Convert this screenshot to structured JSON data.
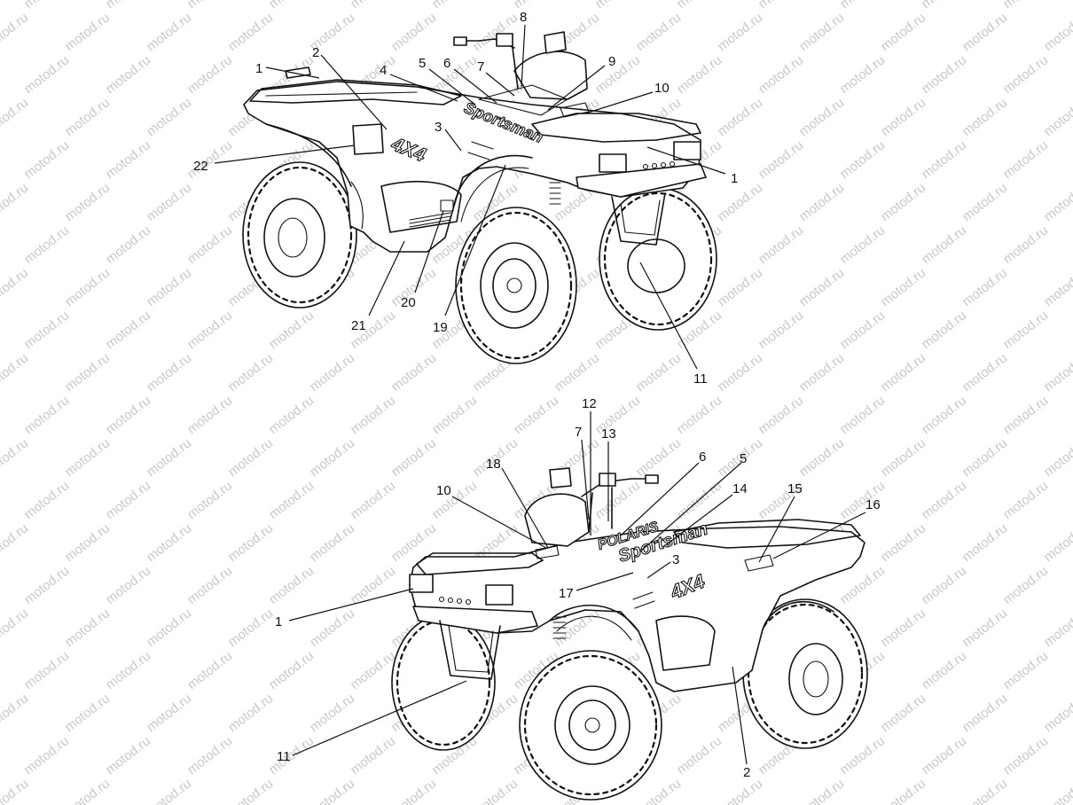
{
  "watermark": {
    "text": "motod.ru",
    "color": "#c9c9c9"
  },
  "top_atv": {
    "decals": {
      "model": "Sportsman",
      "drive": "4X4"
    },
    "callouts": [
      "1",
      "2",
      "4",
      "5",
      "6",
      "7",
      "8",
      "9",
      "10",
      "3",
      "22",
      "1",
      "21",
      "20",
      "19",
      "11"
    ]
  },
  "bottom_atv": {
    "decals": {
      "model": "Sportsman",
      "drive": "4X4"
    },
    "callouts": [
      "12",
      "7",
      "13",
      "18",
      "6",
      "5",
      "14",
      "15",
      "16",
      "10",
      "3",
      "17",
      "1",
      "11",
      "2"
    ]
  }
}
